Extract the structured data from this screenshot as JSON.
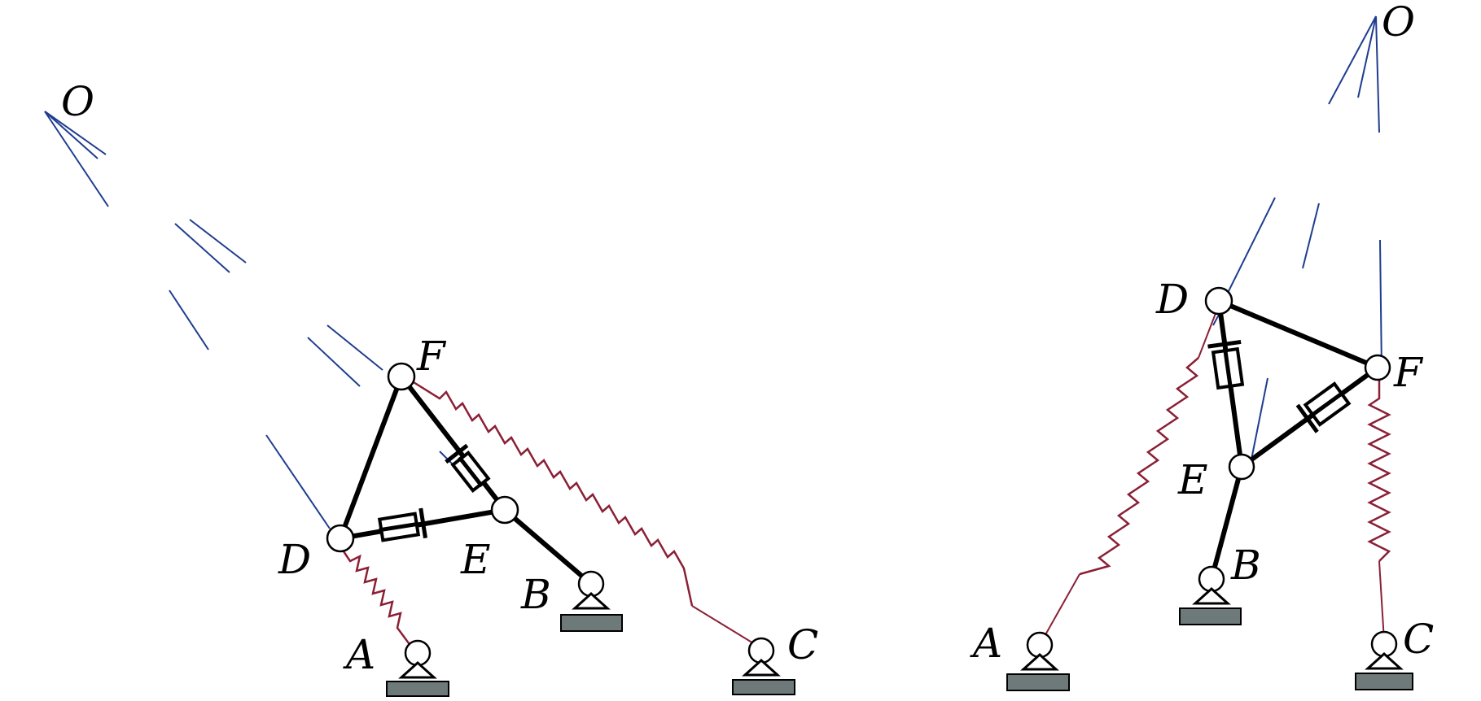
{
  "figures": [
    {
      "id": "left",
      "labels": {
        "O": "O",
        "F": "F",
        "D": "D",
        "E": "E",
        "B": "B",
        "A": "A",
        "C": "C"
      }
    },
    {
      "id": "right",
      "labels": {
        "O": "O",
        "D": "D",
        "F": "F",
        "E": "E",
        "B": "B",
        "A": "A",
        "C": "C"
      }
    }
  ]
}
